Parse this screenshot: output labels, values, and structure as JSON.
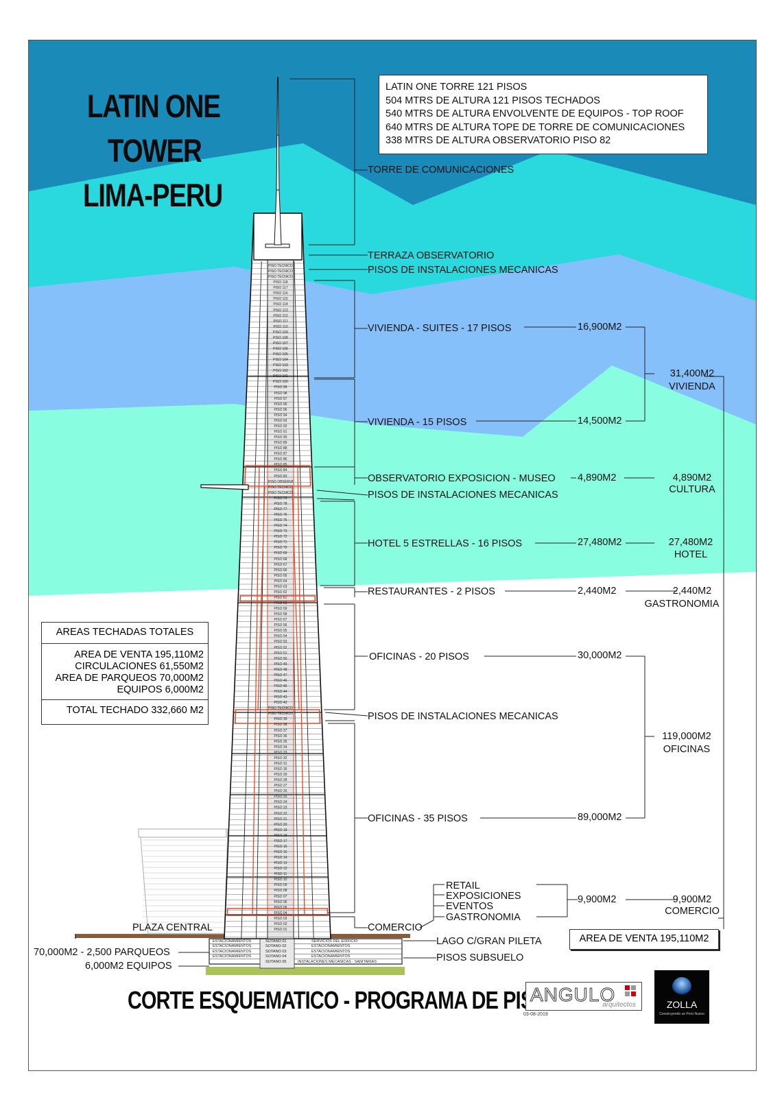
{
  "title_lines": [
    "LATIN ONE",
    "TOWER",
    "LIMA-PERU"
  ],
  "info_lines": [
    "LATIN ONE TORRE 121 PISOS",
    "504 MTRS DE ALTURA 121 PISOS TECHADOS",
    "540 MTRS DE ALTURA ENVOLVENTE DE EQUIPOS - TOP ROOF",
    "640 MTRS DE ALTURA TOPE DE TORRE DE COMUNICACIONES",
    "338 MTRS DE ALTURA OBSERVATORIO PISO 82"
  ],
  "labels": {
    "torre": "TORRE DE COMUNICACIONES",
    "terraza": "TERRAZA OBSERVATORIO",
    "mec1": "PISOS DE INSTALACIONES MECANICAS",
    "suites": "VIVIENDA - SUITES - 17 PISOS",
    "vivienda15": "VIVIENDA - 15 PISOS",
    "observatorio": "OBSERVATORIO  EXPOSICION - MUSEO",
    "mec2": "PISOS DE INSTALACIONES MECANICAS",
    "hotel": "HOTEL 5 ESTRELLAS - 16 PISOS",
    "restaurantes": "RESTAURANTES - 2 PISOS",
    "oficinas20": "OFICINAS - 20 PISOS",
    "mec3": "PISOS DE INSTALACIONES MECANICAS",
    "oficinas35": "OFICINAS - 35 PISOS",
    "comercio": "COMERCIO",
    "retail": "RETAIL",
    "exposiciones": "EXPOSICIONES",
    "eventos": "EVENTOS",
    "gastronomia": "GASTRONOMIA",
    "lago": "LAGO C/GRAN PILETA",
    "subsuelo": "PISOS SUBSUELO",
    "plaza": "PLAZA CENTRAL",
    "parqueos": "70,000M2 - 2,500 PARQUEOS",
    "equipos": "6,000M2 EQUIPOS"
  },
  "areas": {
    "suites": "16,900M2",
    "vivienda15": "14,500M2",
    "observatorio": "4,890M2",
    "hotel": "27,480M2",
    "restaurantes": "2,440M2",
    "oficinas20": "30,000M2",
    "oficinas35": "89,000M2",
    "comercio": "9,900M2"
  },
  "totals": {
    "vivienda_value": "31,400M2",
    "vivienda_name": "VIVIENDA",
    "cultura_value": "4,890M2",
    "cultura_name": "CULTURA",
    "hotel_value": "27,480M2",
    "hotel_name": "HOTEL",
    "gastro_value": "2,440M2",
    "gastro_name": "GASTRONOMIA",
    "oficinas_value": "119,000M2",
    "oficinas_name": "OFICINAS",
    "comercio_value": "9,900M2",
    "comercio_name": "COMERCIO"
  },
  "area_box": {
    "header": "AREAS TECHADAS TOTALES",
    "lines": [
      "AREA DE VENTA 195,110M2",
      "CIRCULACIONES  61,550M2",
      "AREA DE PARQUEOS 70,000M2",
      "EQUIPOS  6,000M2"
    ],
    "total": "TOTAL TECHADO 332,660 M2"
  },
  "area_venta": "AREA DE VENTA 195,110M2",
  "bottom_title": "CORTE ESQUEMATICO - PROGRAMA DE PISOS",
  "logo_angulo": "ANGULO",
  "logo_angulo_sub": "arquitectos",
  "logo_zolla": "ZOLLA",
  "logo_zolla_sub": "Construyendo un Perú Nuevo",
  "date": "03-08-2019",
  "floor_labels": {
    "upper": [
      "PISO TECNICO 121",
      "PISO TECNICO 120",
      "PISO TECNICO 119",
      "PISO 118",
      "PISO 117",
      "PISO 116",
      "PISO 115",
      "PISO 114",
      "PISO 113",
      "PISO 112",
      "PISO 111",
      "PISO 110",
      "PISO 109",
      "PISO 108",
      "PISO 107",
      "PISO 106",
      "PISO 105",
      "PISO 104",
      "PISO 103",
      "PISO 102",
      "PISO 101",
      "PISO 100",
      "PISO 99",
      "PISO 98",
      "PISO 97",
      "PISO 96",
      "PISO 95",
      "PISO 94",
      "PISO 93",
      "PISO 92",
      "PISO 91",
      "PISO 90",
      "PISO 89",
      "PISO 88",
      "PISO 87",
      "PISO 86",
      "PISO 85",
      "PISO 84",
      "PISO 83",
      "PISO OBSERVATORIO 82",
      "PISO TECNICO 81",
      "PISO TECNICO 80",
      "PISO 79",
      "PISO 78",
      "PISO 77",
      "PISO 76",
      "PISO 75",
      "PISO 74",
      "PISO 73",
      "PISO 72",
      "PISO 71",
      "PISO 70",
      "PISO 69",
      "PISO 68",
      "PISO 67",
      "PISO 66",
      "PISO 65",
      "PISO 64",
      "PISO 63",
      "PISO 62",
      "PISO 61",
      "PISO 60",
      "PISO 59",
      "PISO 58",
      "PISO 57",
      "PISO 56",
      "PISO 55",
      "PISO 54",
      "PISO 53",
      "PISO 52",
      "PISO 51",
      "PISO 50",
      "PISO 49",
      "PISO 48",
      "PISO 47",
      "PISO 46",
      "PISO 45",
      "PISO 44",
      "PISO 43",
      "PISO 42",
      "PISO TECNICO 41",
      "PISO TECNICO 40",
      "PISO 39",
      "PISO 38",
      "PISO 37",
      "PISO 36",
      "PISO 35",
      "PISO 34",
      "PISO 33",
      "PISO 32",
      "PISO 31",
      "PISO 30",
      "PISO 29",
      "PISO 28",
      "PISO 27",
      "PISO 26",
      "PISO 25",
      "PISO 24",
      "PISO 23",
      "PISO 22",
      "PISO 21",
      "PISO 20",
      "PISO 19",
      "PISO 18",
      "PISO 17",
      "PISO 16",
      "PISO 15",
      "PISO 14",
      "PISO 13",
      "PISO 12",
      "PISO 11",
      "PISO 10",
      "PISO 09",
      "PISO 08",
      "PISO 07",
      "PISO 06",
      "PISO 05",
      "PISO 04",
      "PISO 03",
      "PISO 02",
      "PISO 01"
    ],
    "basement_center": [
      "SOTANO 01",
      "SOTANO 02",
      "SOTANO 03",
      "SOTANO 04",
      "SOTANO 05"
    ],
    "basement_left": [
      "ESTACIONAMIENTOS",
      "ESTACIONAMIENTOS",
      "ESTACIONAMIENTOS",
      "ESTACIONAMIENTOS"
    ],
    "basement_right": [
      "SERVICIOS DEL EDIFICIO",
      "ESTACIONAMIENTOS",
      "ESTACIONAMIENTOS",
      "ESTACIONAMIENTOS",
      "INSTALACIONES MECANICAS - SANITARIAS"
    ]
  },
  "colors": {
    "sky_dark": "#1a8ab8",
    "sky_cyan": "#29d9dd",
    "sky_blue": "#86c0fb",
    "sky_mint": "#89fde0",
    "core_red": "#e04a28",
    "ground_brown": "#8a5a3a",
    "ground_green": "#a9c25c"
  }
}
